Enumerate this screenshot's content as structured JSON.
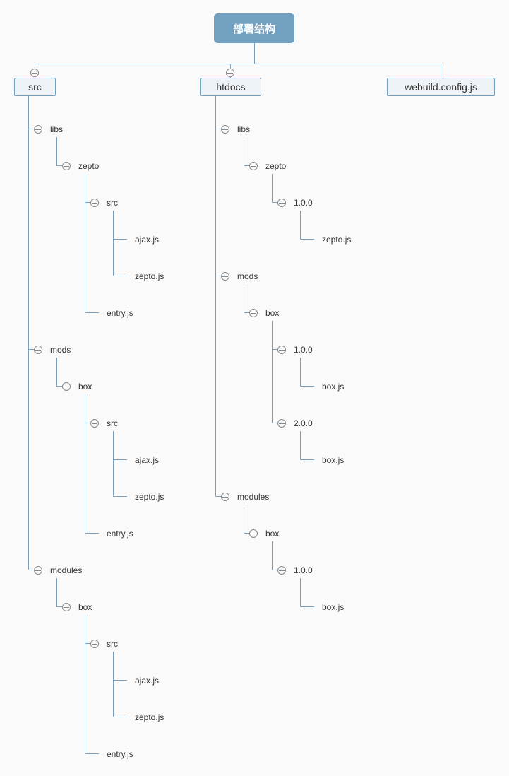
{
  "root": "部署结构",
  "tree": [
    {
      "label": "src",
      "children": [
        {
          "label": "libs",
          "children": [
            {
              "label": "zepto",
              "children": [
                {
                  "label": "src",
                  "children": [
                    {
                      "label": "ajax.js"
                    },
                    {
                      "label": "zepto.js"
                    }
                  ]
                },
                {
                  "label": "entry.js"
                }
              ]
            }
          ]
        },
        {
          "label": "mods",
          "children": [
            {
              "label": "box",
              "children": [
                {
                  "label": "src",
                  "children": [
                    {
                      "label": "ajax.js"
                    },
                    {
                      "label": "zepto.js"
                    }
                  ]
                },
                {
                  "label": "entry.js"
                }
              ]
            }
          ]
        },
        {
          "label": "modules",
          "children": [
            {
              "label": "box",
              "children": [
                {
                  "label": "src",
                  "children": [
                    {
                      "label": "ajax.js"
                    },
                    {
                      "label": "zepto.js"
                    }
                  ]
                },
                {
                  "label": "entry.js"
                }
              ]
            }
          ]
        }
      ]
    },
    {
      "label": "htdocs",
      "children": [
        {
          "label": "libs",
          "children": [
            {
              "label": "zepto",
              "children": [
                {
                  "label": "1.0.0",
                  "children": [
                    {
                      "label": "zepto.js"
                    }
                  ]
                }
              ]
            }
          ]
        },
        {
          "label": "mods",
          "children": [
            {
              "label": "box",
              "children": [
                {
                  "label": "1.0.0",
                  "children": [
                    {
                      "label": "box.js"
                    }
                  ]
                },
                {
                  "label": "2.0.0",
                  "children": [
                    {
                      "label": "box.js"
                    }
                  ]
                }
              ]
            }
          ]
        },
        {
          "label": "modules",
          "children": [
            {
              "label": "box",
              "children": [
                {
                  "label": "1.0.0",
                  "children": [
                    {
                      "label": "box.js"
                    }
                  ]
                }
              ]
            }
          ]
        }
      ]
    },
    {
      "label": "webuild.config.js"
    }
  ],
  "colors": {
    "root_fill": "#72a0c1",
    "node_border": "#72a0c1",
    "node_fill": "#edf3f7",
    "connector": "#7a9fbc",
    "toggle": "#888888",
    "text": "#333333",
    "background": "#fafafa"
  }
}
